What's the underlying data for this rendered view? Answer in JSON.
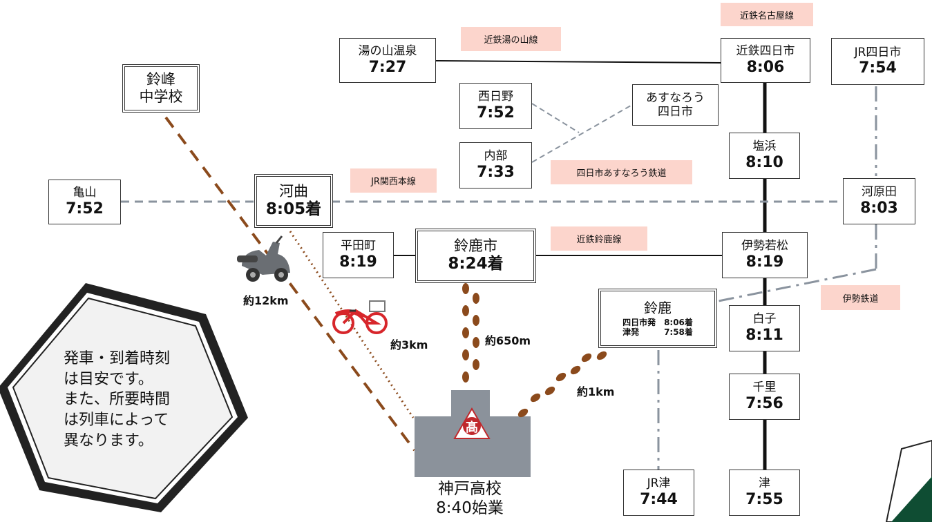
{
  "lines": {
    "kintetsu_nagoya": "近鉄名古屋線",
    "kintetsu_yunoyama": "近鉄湯の山線",
    "jr_kansai": "JR関西本線",
    "asunarou": "四日市あすなろう鉄道",
    "kintetsu_suzuka": "近鉄鈴鹿線",
    "ise": "伊勢鉄道"
  },
  "stations": {
    "yunoyama": {
      "name": "湯の山温泉",
      "time": "7:27"
    },
    "kintetsu_yokkaichi": {
      "name": "近鉄四日市",
      "time": "8:06"
    },
    "jr_yokkaichi": {
      "name": "JR四日市",
      "time": "7:54"
    },
    "nishihino": {
      "name": "西日野",
      "time": "7:52"
    },
    "utsube": {
      "name": "内部",
      "time": "7:33"
    },
    "asunarou_yokkaichi": {
      "name1": "あすなろう",
      "name2": "四日市"
    },
    "shiohama": {
      "name": "塩浜",
      "time": "8:10"
    },
    "kameyama": {
      "name": "亀山",
      "time": "7:52"
    },
    "kawano": {
      "name": "河曲",
      "time": "8:05着"
    },
    "kawarada": {
      "name": "河原田",
      "time": "8:03"
    },
    "hiratacho": {
      "name": "平田町",
      "time": "8:19"
    },
    "suzukashi": {
      "name": "鈴鹿市",
      "time": "8:24着"
    },
    "isewakamatsu": {
      "name": "伊勢若松",
      "time": "8:19"
    },
    "suzuka": {
      "name": "鈴鹿",
      "row1": "四日市発　8:06着",
      "row2": "津発　　　7:58着"
    },
    "shiroko": {
      "name": "白子",
      "time": "8:11"
    },
    "chisato": {
      "name": "千里",
      "time": "7:56"
    },
    "jr_tsu": {
      "name": "JR津",
      "time": "7:44"
    },
    "tsu": {
      "name": "津",
      "time": "7:55"
    },
    "suzumine": {
      "name1": "鈴峰",
      "name2": "中学校"
    }
  },
  "distances": {
    "scooter": "約12km",
    "bicycle": "約3km",
    "walk_suzukashi": "約650m",
    "walk_suzuka": "約1km"
  },
  "school": {
    "emblem": "髙",
    "name": "神戸高校",
    "start": "8:40始業"
  },
  "note": {
    "line1": "発車・到着時刻",
    "line2": "は目安です。",
    "line3": "また、所要時間",
    "line4": "は列車によって",
    "line5": "異なります。"
  },
  "colors": {
    "path_brown": "#8b4a1c",
    "dash_gray": "#8a939e",
    "label_pink": "#fcd5cc",
    "school_gray": "#8b929b",
    "emblem_red": "#c0282c",
    "corner_green": "#0f4d33"
  }
}
